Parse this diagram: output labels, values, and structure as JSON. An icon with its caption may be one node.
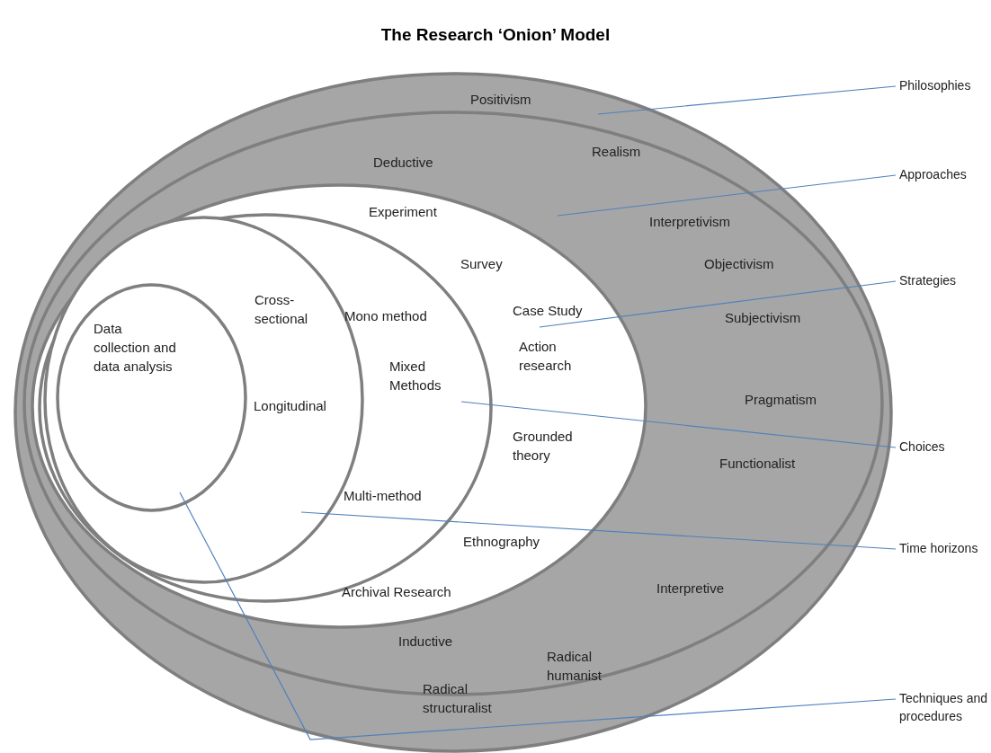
{
  "diagram": {
    "title": "The Research ‘Onion’ Model",
    "nodes": [
      {
        "text": [
          "Positivism",
          "Radical structuralist"
        ]
      },
      {
        "text": [
          "Realism",
          "Deductive",
          "Interpretivism",
          "Objectivism",
          "Subjectivism",
          "Pragmatism",
          "Functionalist",
          "Interpretive",
          "Inductive",
          "Radical humanist"
        ],
        "in": 0
      },
      {
        "text": [
          "Experiment",
          "Survey",
          "Case Study",
          "Action research",
          "Grounded theory",
          "Ethnography",
          "Archival Research"
        ],
        "in": 1
      },
      {
        "text": [
          "Mono method",
          "Mixed Methods",
          "Multi-method"
        ],
        "in": 2
      },
      {
        "text": [
          "Cross- sectional",
          "Longitudinal"
        ],
        "in": 3
      },
      {
        "text": [
          "Data collection and data analysis"
        ],
        "in": 4
      },
      {
        "text": [
          "Philosophies"
        ]
      },
      {
        "text": [
          "Approaches"
        ]
      },
      {
        "text": [
          "Strategies"
        ]
      },
      {
        "text": [
          "Choices"
        ]
      },
      {
        "text": [
          "Time horizons"
        ]
      },
      {
        "text": [
          "Techniques and procedures"
        ]
      }
    ],
    "edges": [
      {
        "from": 6,
        "to": 0,
        "arrow": "none"
      },
      {
        "from": 7,
        "to": 1,
        "arrow": "none"
      },
      {
        "from": 8,
        "to": 2,
        "arrow": "none"
      },
      {
        "from": 9,
        "to": 3,
        "arrow": "none"
      },
      {
        "from": 10,
        "to": 4,
        "arrow": "none"
      },
      {
        "from": 11,
        "to": 5,
        "arrow": "none"
      }
    ]
  }
}
